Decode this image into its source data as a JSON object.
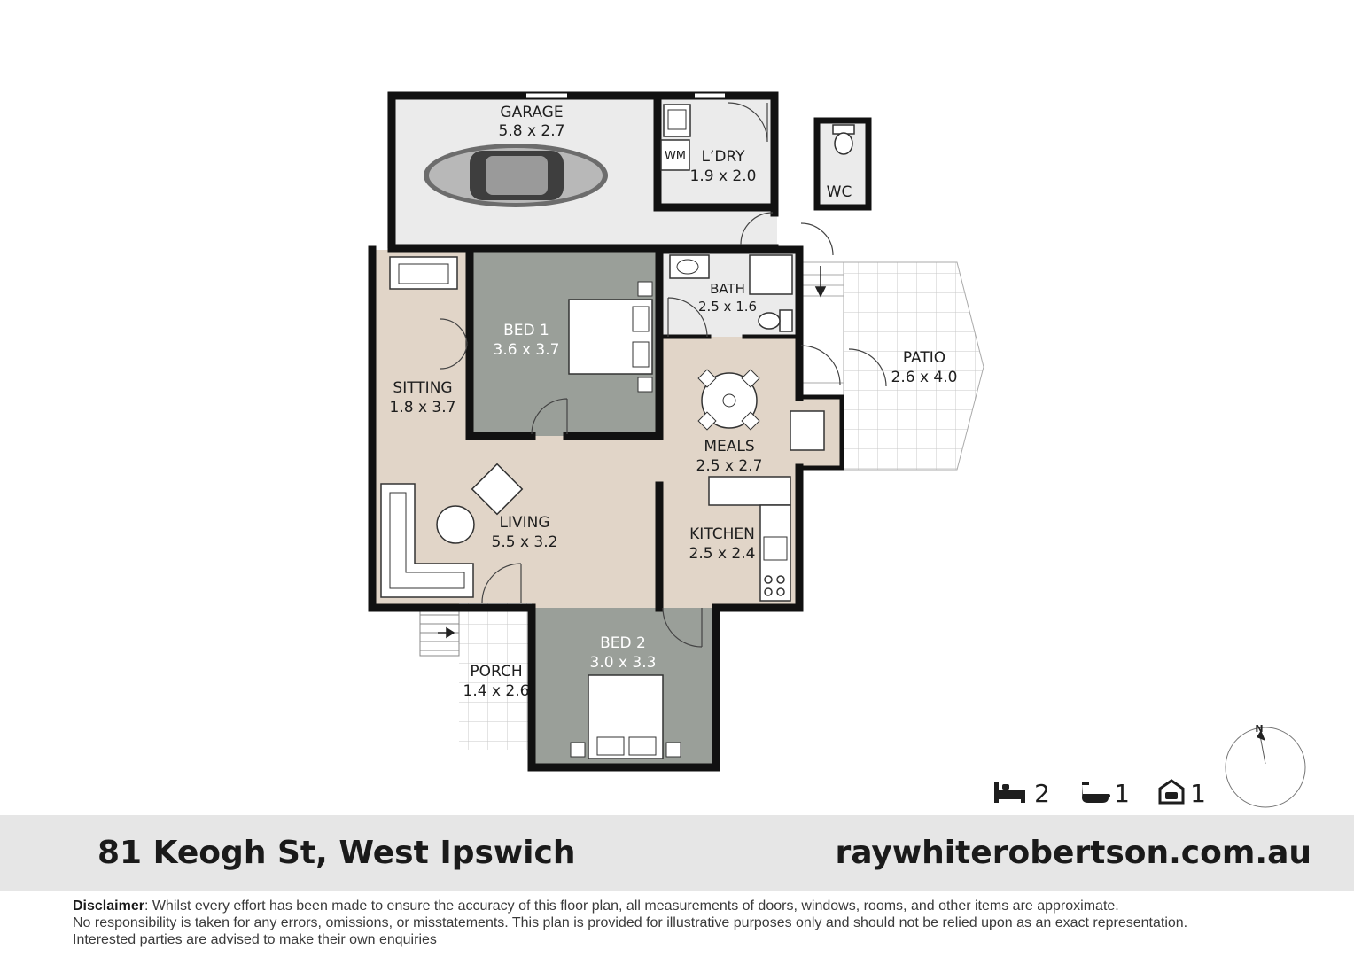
{
  "rooms": {
    "garage": {
      "name": "GARAGE",
      "size": "5.8 x 2.7"
    },
    "laundry": {
      "name": "L’DRY",
      "size": "1.9 x 2.0"
    },
    "wm": "WM",
    "wc": "WC",
    "bed1": {
      "name": "BED 1",
      "size": "3.6 x 3.7"
    },
    "bath": {
      "name": "BATH",
      "size": "2.5 x 1.6"
    },
    "sitting": {
      "name": "SITTING",
      "size": "1.8 x 3.7"
    },
    "meals": {
      "name": "MEALS",
      "size": "2.5 x 2.7"
    },
    "patio": {
      "name": "PATIO",
      "size": "2.6 x 4.0"
    },
    "living": {
      "name": "LIVING",
      "size": "5.5 x 3.2"
    },
    "kitchen": {
      "name": "KITCHEN",
      "size": "2.5 x 2.4"
    },
    "bed2": {
      "name": "BED 2",
      "size": "3.0 x 3.3"
    },
    "porch": {
      "name": "PORCH",
      "size": "1.4 x 2.6"
    }
  },
  "compass": {
    "label": "N"
  },
  "stats": {
    "beds": "2",
    "baths": "1",
    "cars": "1"
  },
  "footer": {
    "address": "81 Keogh St, West Ipswich",
    "website": "raywhiterobertson.com.au"
  },
  "disclaimer": {
    "heading": "Disclaimer",
    "line1": ": Whilst every effort has been made to ensure the accuracy of this floor plan, all measurements of doors, windows, rooms, and other items are approximate.",
    "line2": "No responsibility is taken for any errors, omissions, or misstatements. This plan is provided for illustrative purposes only and should not be relied upon as an exact representation.",
    "line3": "Interested parties are advised to make their own enquiries"
  },
  "colors": {
    "wall": "#111111",
    "garage_floor": "#ebebeb",
    "bedroom_floor": "#9a9f99",
    "living_floor": "#e1d5c8",
    "wet_floor": "#ebebeb",
    "footer_band": "#e6e6e6"
  }
}
